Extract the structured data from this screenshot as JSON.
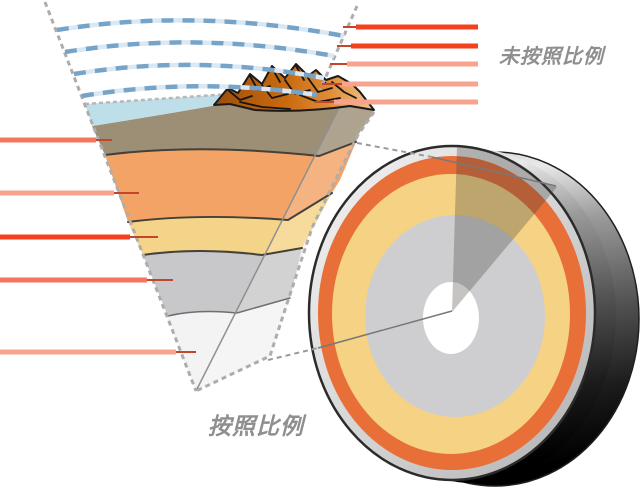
{
  "labels": {
    "not_to_scale": "未按照比例",
    "to_scale": "按照比例"
  },
  "palette": {
    "background": "#FFFFFF",
    "label_gray": "#8F8F8F",
    "atmosphere_blue": "#76A3C8",
    "atmosphere_light": "#D9E8F3",
    "water_blue": "#BEDFE9",
    "crust_taupe": "#9C8F76",
    "mountain_dark": "#9C4E0B",
    "mountain_light": "#F3C690",
    "upper_mantle_orange": "#F2A365",
    "lower_mantle_yellow": "#F4D488",
    "outer_core_gray": "#C8C8CA",
    "inner_core_white": "#F3F3F3",
    "disk_crust_silver": "#D6D6D6",
    "disk_mantle_orange": "#E86F38",
    "disk_mantle_yellow": "#F5D284",
    "disk_outer_core_gray": "#CECED0",
    "disk_inner_core_white": "#FFFFFF",
    "leader_vivid_red": "#F5401E",
    "leader_medium_salmon": "#F4745C",
    "leader_light_salmon": "#F9A38E",
    "leader_thin_dark_red": "#C2462E",
    "dashed_edge_silver": "#ADADAD",
    "outline_dark": "#2B2B2B",
    "layer_boundary_dark": "#44403A",
    "connector_gray": "#787878"
  },
  "leader_lines": {
    "left_count": 5,
    "top_right_count": 5
  }
}
